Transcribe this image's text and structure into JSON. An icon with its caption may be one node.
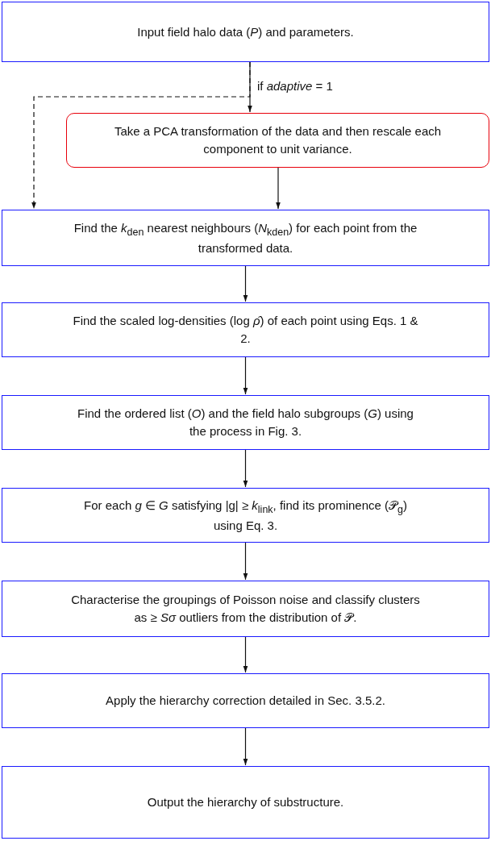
{
  "diagram": {
    "nodes": [
      {
        "text": [
          "Input field halo data (*P*) and parameters."
        ]
      },
      {
        "text": [
          "Take a PCA transformation of the data and then rescale each component to unit variance."
        ]
      },
      {
        "text": [
          "Find the *k*$_{den}$ nearest neighbours (*N*$_{kden}$) for each point from the transformed data."
        ]
      },
      {
        "text": [
          "Find the scaled log-densities (log *ρ̂*) of each point using Eqs. 1 & 2."
        ]
      },
      {
        "text": [
          "Find the ordered list (*O*) and the field halo subgroups (*G*) using the process in Fig. 3."
        ]
      },
      {
        "text": [
          "For each *g* ∈ *G* satisfying |g| ≥ *k*$_{link}$, find its prominence (𝒫$_{g}$) using Eq. 3."
        ]
      },
      {
        "text": [
          "Characterise the groupings of Poisson noise and classify clusters as ≥ *Sσ* outliers from the distribution of 𝒫."
        ]
      },
      {
        "text": [
          "Apply the hierarchy correction detailed in Sec. 3.5.2."
        ]
      },
      {
        "text": [
          "Output the hierarchy of substructure."
        ]
      }
    ],
    "edges": [
      {
        "from": 0,
        "to": 1,
        "arrow": "to",
        "label": "if *adaptive* = 1"
      },
      {
        "from": 0,
        "to": 2,
        "arrow": "to",
        "style": "dashed"
      },
      {
        "from": 1,
        "to": 2,
        "arrow": "to"
      },
      {
        "from": 2,
        "to": 3,
        "arrow": "to"
      },
      {
        "from": 3,
        "to": 4,
        "arrow": "to"
      },
      {
        "from": 4,
        "to": 5,
        "arrow": "to"
      },
      {
        "from": 5,
        "to": 6,
        "arrow": "to"
      },
      {
        "from": 6,
        "to": 7,
        "arrow": "to"
      },
      {
        "from": 7,
        "to": 8,
        "arrow": "to"
      }
    ]
  }
}
